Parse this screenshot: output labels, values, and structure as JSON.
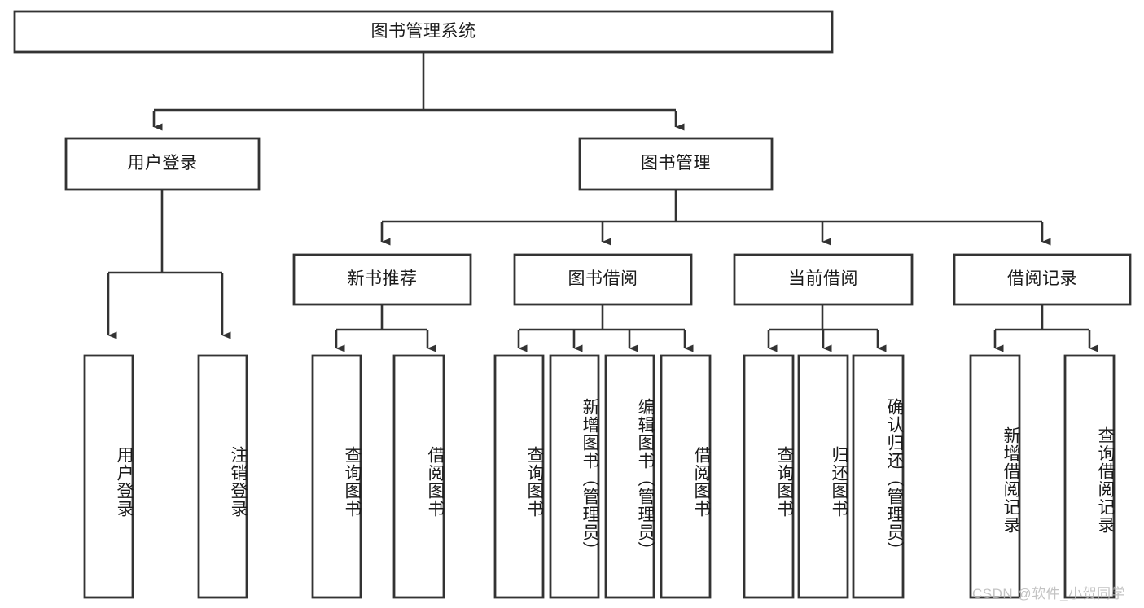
{
  "diagram": {
    "title": "图书管理系统",
    "type": "hierarchy-tree",
    "stroke_color": "#333333",
    "fill_color": "#ffffff",
    "text_color": "#1a1a1a",
    "root": {
      "label": "图书管理系统"
    },
    "level2": [
      {
        "label": "用户登录"
      },
      {
        "label": "图书管理"
      }
    ],
    "level3": [
      {
        "label": "新书推荐"
      },
      {
        "label": "图书借阅"
      },
      {
        "label": "当前借阅"
      },
      {
        "label": "借阅记录"
      }
    ],
    "leaves": {
      "user_login": [
        {
          "label": "用户登录"
        },
        {
          "label": "注销登录"
        }
      ],
      "new_book_recommend": [
        {
          "label": "查询图书"
        },
        {
          "label": "借阅图书"
        }
      ],
      "book_borrow": [
        {
          "label": "查询图书"
        },
        {
          "label": "新增图书（管理员）"
        },
        {
          "label": "编辑图书（管理员）"
        },
        {
          "label": "借阅图书"
        }
      ],
      "current_borrow": [
        {
          "label": "查询图书"
        },
        {
          "label": "归还图书"
        },
        {
          "label": "确认归还（管理员）"
        }
      ],
      "borrow_record": [
        {
          "label": "新增借阅记录"
        },
        {
          "label": "查询借阅记录"
        }
      ]
    }
  },
  "watermark": {
    "text": "CSDN @软件_小贺同学"
  }
}
